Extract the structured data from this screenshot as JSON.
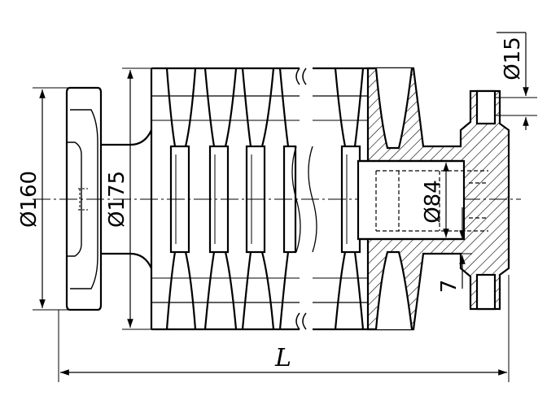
{
  "dimensions": {
    "flange_diameter": "Ø160",
    "disc_diameter": "Ø175",
    "bore_diameter": "Ø84",
    "hole_diameter": "Ø15",
    "wall_thickness": "7",
    "overall_length": "L"
  },
  "colors": {
    "line": "#000000",
    "background": "#ffffff"
  }
}
